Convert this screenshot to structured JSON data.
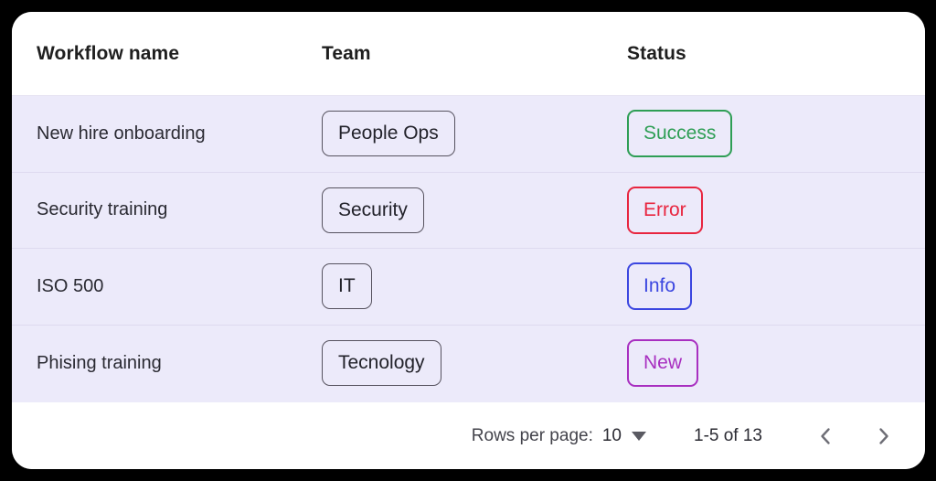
{
  "table": {
    "columns": [
      {
        "key": "workflow_name",
        "label": "Workflow name"
      },
      {
        "key": "team",
        "label": "Team"
      },
      {
        "key": "status",
        "label": "Status"
      }
    ],
    "rows": [
      {
        "workflow_name": "New hire onboarding",
        "team": "People Ops",
        "status": "Success",
        "status_color": "#2e9e55"
      },
      {
        "workflow_name": "Security training",
        "team": "Security",
        "status": "Error",
        "status_color": "#e8253f"
      },
      {
        "workflow_name": "ISO 500",
        "team": "IT",
        "status": "Info",
        "status_color": "#3b46e0"
      },
      {
        "workflow_name": "Phising training",
        "team": "Tecnology",
        "status": "New",
        "status_color": "#a82fc0"
      }
    ]
  },
  "footer": {
    "rows_per_page_label": "Rows per page:",
    "rows_per_page_value": "10",
    "rows_per_page_options": [
      "10"
    ],
    "range_label": "1-5 of 13",
    "prev_icon": "chevron-left-icon",
    "next_icon": "chevron-right-icon",
    "dropdown_icon": "caret-down-icon"
  },
  "theme": {
    "card_background": "#ffffff",
    "row_background": "#eceafa",
    "row_divider": "#dedaef",
    "page_background": "#000000",
    "header_text": "#1f1f1f",
    "chip_border": "#56525f"
  }
}
